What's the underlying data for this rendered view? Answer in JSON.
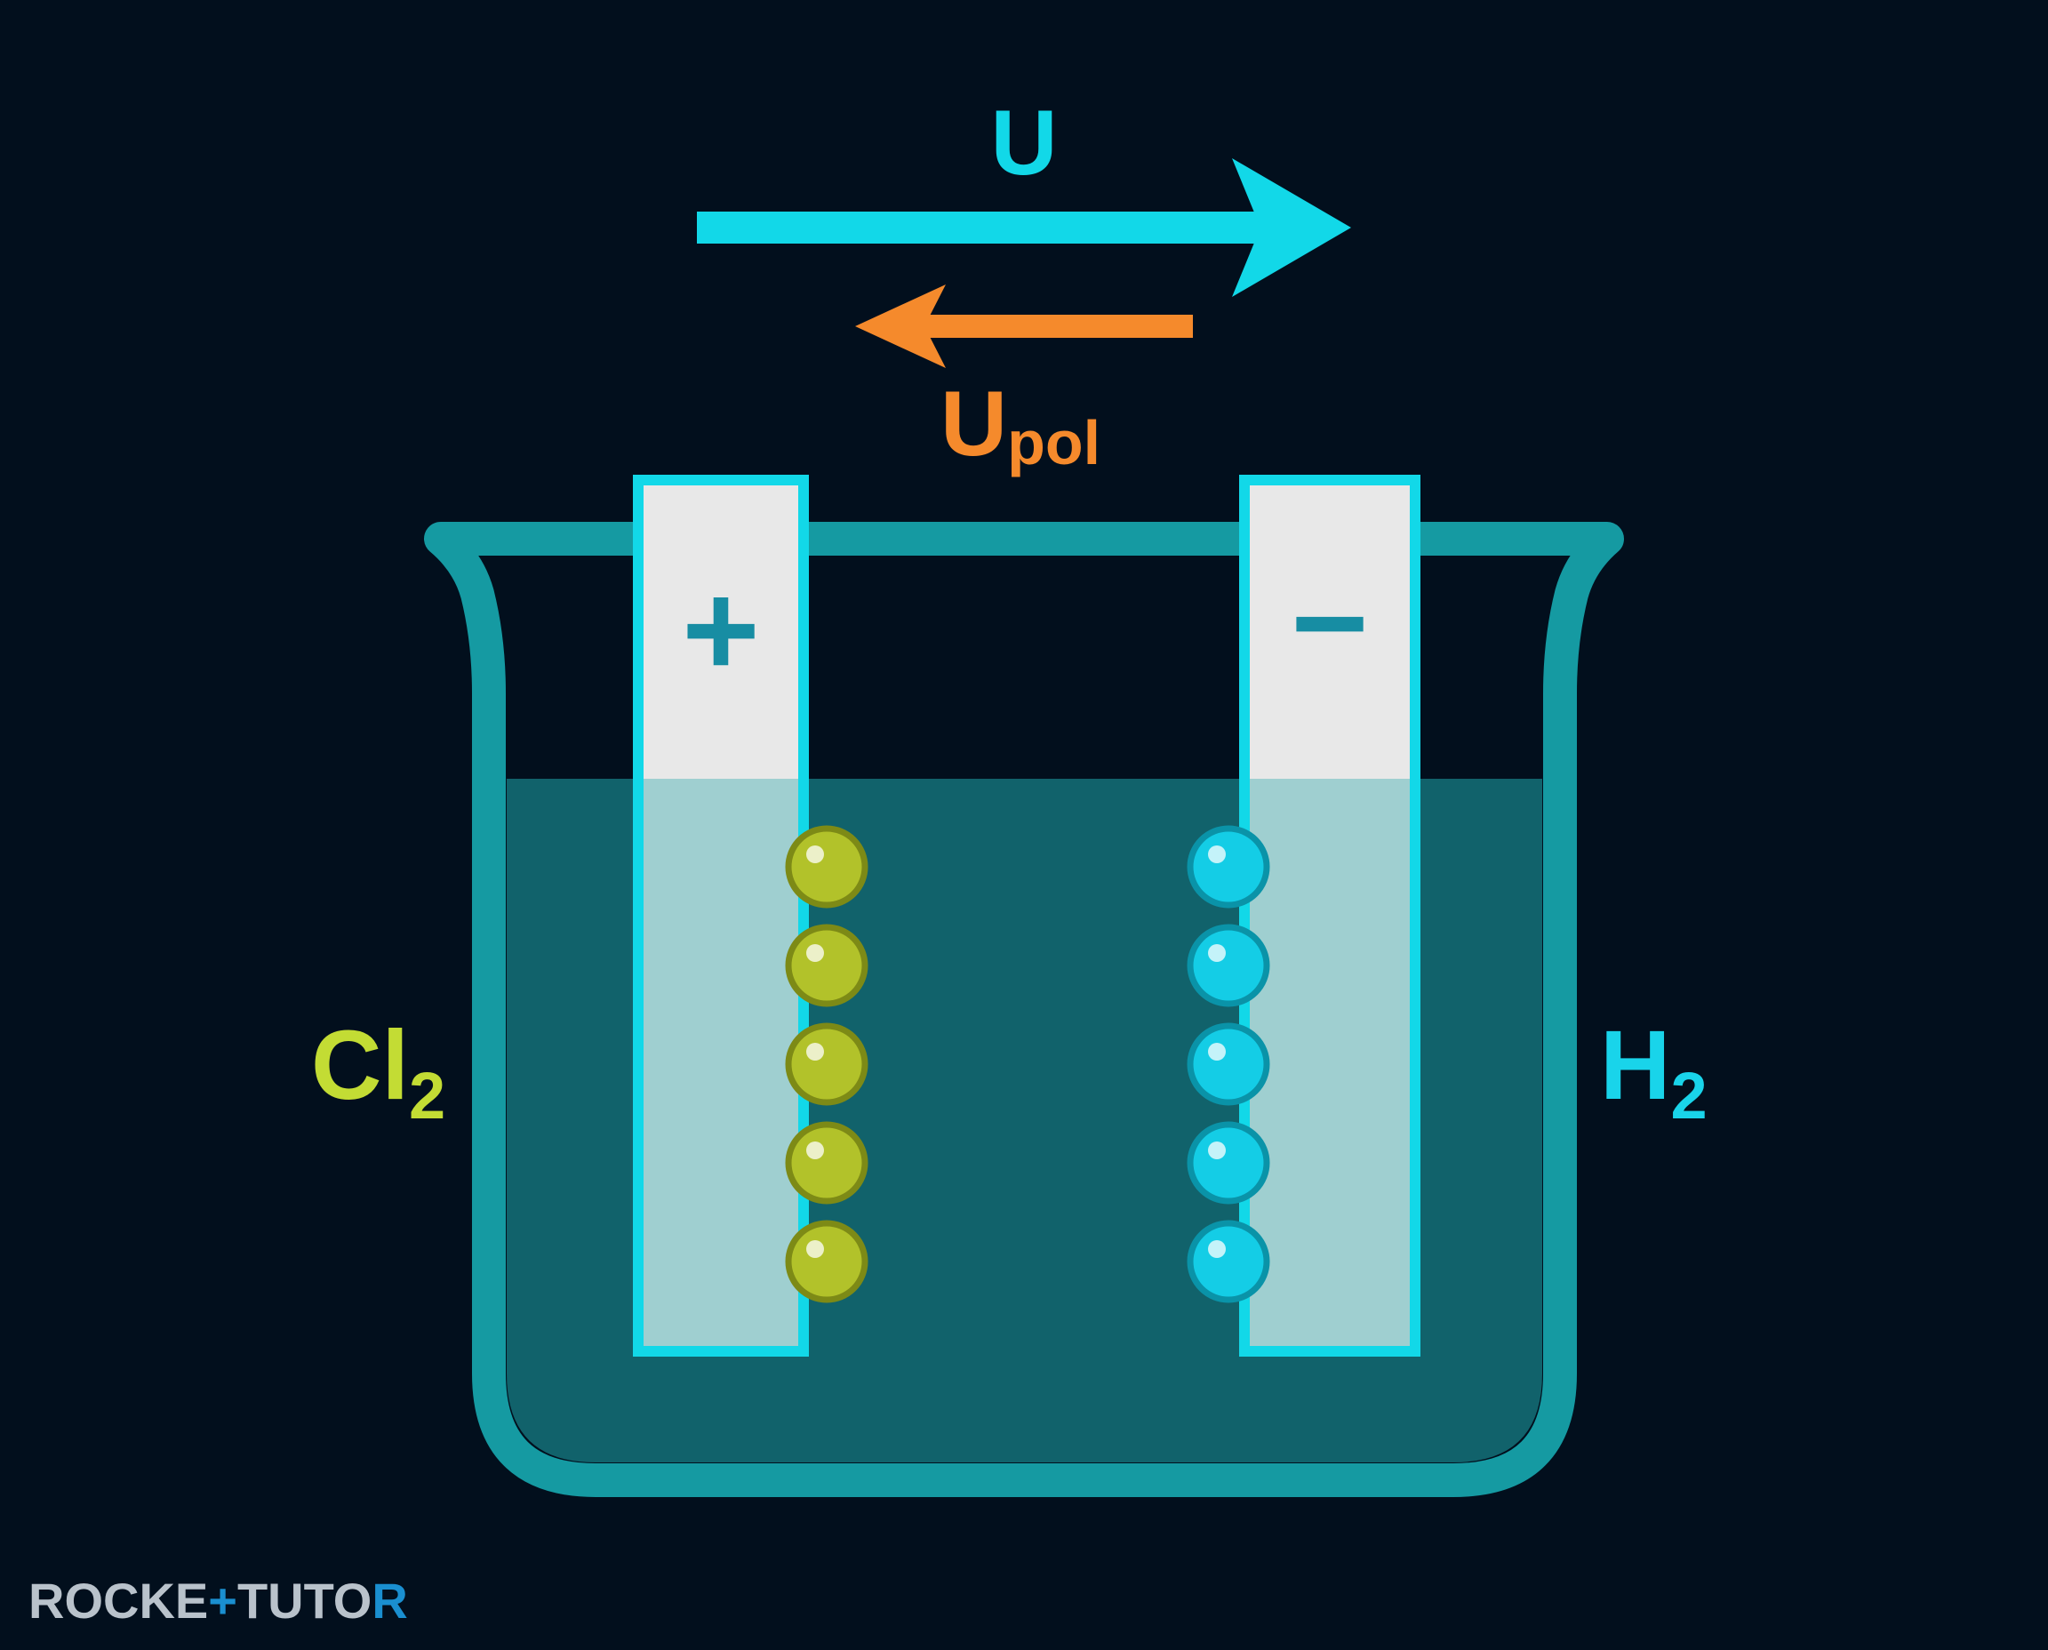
{
  "labels": {
    "voltage": {
      "main": "U"
    },
    "polarization": {
      "main": "U",
      "sub": "pol"
    },
    "anode_gas": {
      "main": "Cl",
      "sub": "2"
    },
    "cathode_gas": {
      "main": "H",
      "sub": "2"
    }
  },
  "electrodes": {
    "anode_sign": "+",
    "cathode_sign": "−"
  },
  "bubbles": {
    "anode_count": 5,
    "cathode_count": 5
  },
  "watermark": {
    "part1": "ROCKE",
    "cross": "+",
    "part2": "TUTO",
    "part3": "R"
  },
  "colors": {
    "background": "#020f1d",
    "voltage_arrow": "#12d8e8",
    "polarization_arrow": "#f58a2c",
    "beaker": "#159aa2",
    "electrolyte": "#11626b",
    "electrode": "#e8e8e8",
    "chlorine_bubble": "#b2c22a",
    "hydrogen_bubble": "#14cde6",
    "chlorine_label": "#c3dc34",
    "hydrogen_label": "#19d4ea",
    "sign": "#178da3"
  }
}
